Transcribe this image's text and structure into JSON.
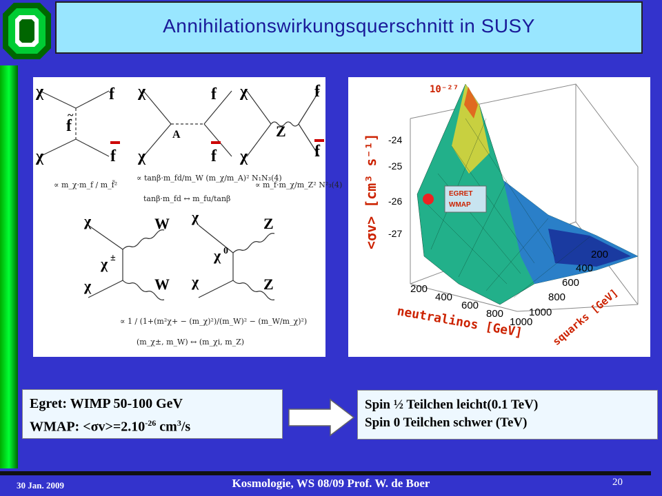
{
  "title": "Annihilationswirkungsquerschnitt in SUSY",
  "footer": {
    "date": "30 Jan. 2009",
    "center": "Kosmologie,  WS 08/09  Prof.  W. de Boer",
    "page": "20"
  },
  "left_box": {
    "line1": "Egret: WIMP 50-100 GeV",
    "line2_pre": "WMAP: <σv>=2.10",
    "line2_exp": "-26",
    "line2_unit": " cm",
    "line2_unit_exp": "3",
    "line2_post": "/s"
  },
  "right_box": {
    "line1": "Spin ½ Teilchen leicht(0.1 TeV)",
    "line2": "Spin 0 Teilchen schwer (TeV)"
  },
  "feynman": {
    "chi": "χ",
    "f": "f",
    "tilde_f": "~",
    "A": "A",
    "Z": "Z",
    "W": "W",
    "chi_pm_sup": "±",
    "chi0_sup": "0",
    "prop1": "∝ m_χ·m_f / m_f̃²",
    "prop2": "∝ tanβ·m_fd/m_W (m_χ/m_A)² N₁N₃(4)",
    "prop2b": "tanβ·m_fd ↔ m_fu/tanβ",
    "prop3": "∝ m_f·m_χ/m_Z² N²₃(4)",
    "prop4": "∝ 1 / (1+(m²χ+ − (m_χ)²)/(m_W)² − (m_W/m_χ)²)",
    "prop4b": "(m_χ±, m_W) ↔ (m_χi, m_Z)"
  },
  "plot": {
    "label_top": "10⁻²⁷",
    "zaxis_label": "<σv> [cm³ s⁻¹]",
    "z_ticks": [
      "-24",
      "-25",
      "-26",
      "-27"
    ],
    "x_ticks": [
      "200",
      "400",
      "600",
      "800",
      "1000"
    ],
    "y_ticks": [
      "200",
      "400",
      "600",
      "800",
      "1000"
    ],
    "x_label": "neutralinos [GeV]",
    "y_label": "squarks [GeV]",
    "legend_line1": "EGRET",
    "legend_line2": "WMAP"
  },
  "colors": {
    "background": "#3333cc",
    "title_box": "#99e6ff",
    "plot_label": "#cc2200",
    "marker": "#ee2222"
  }
}
